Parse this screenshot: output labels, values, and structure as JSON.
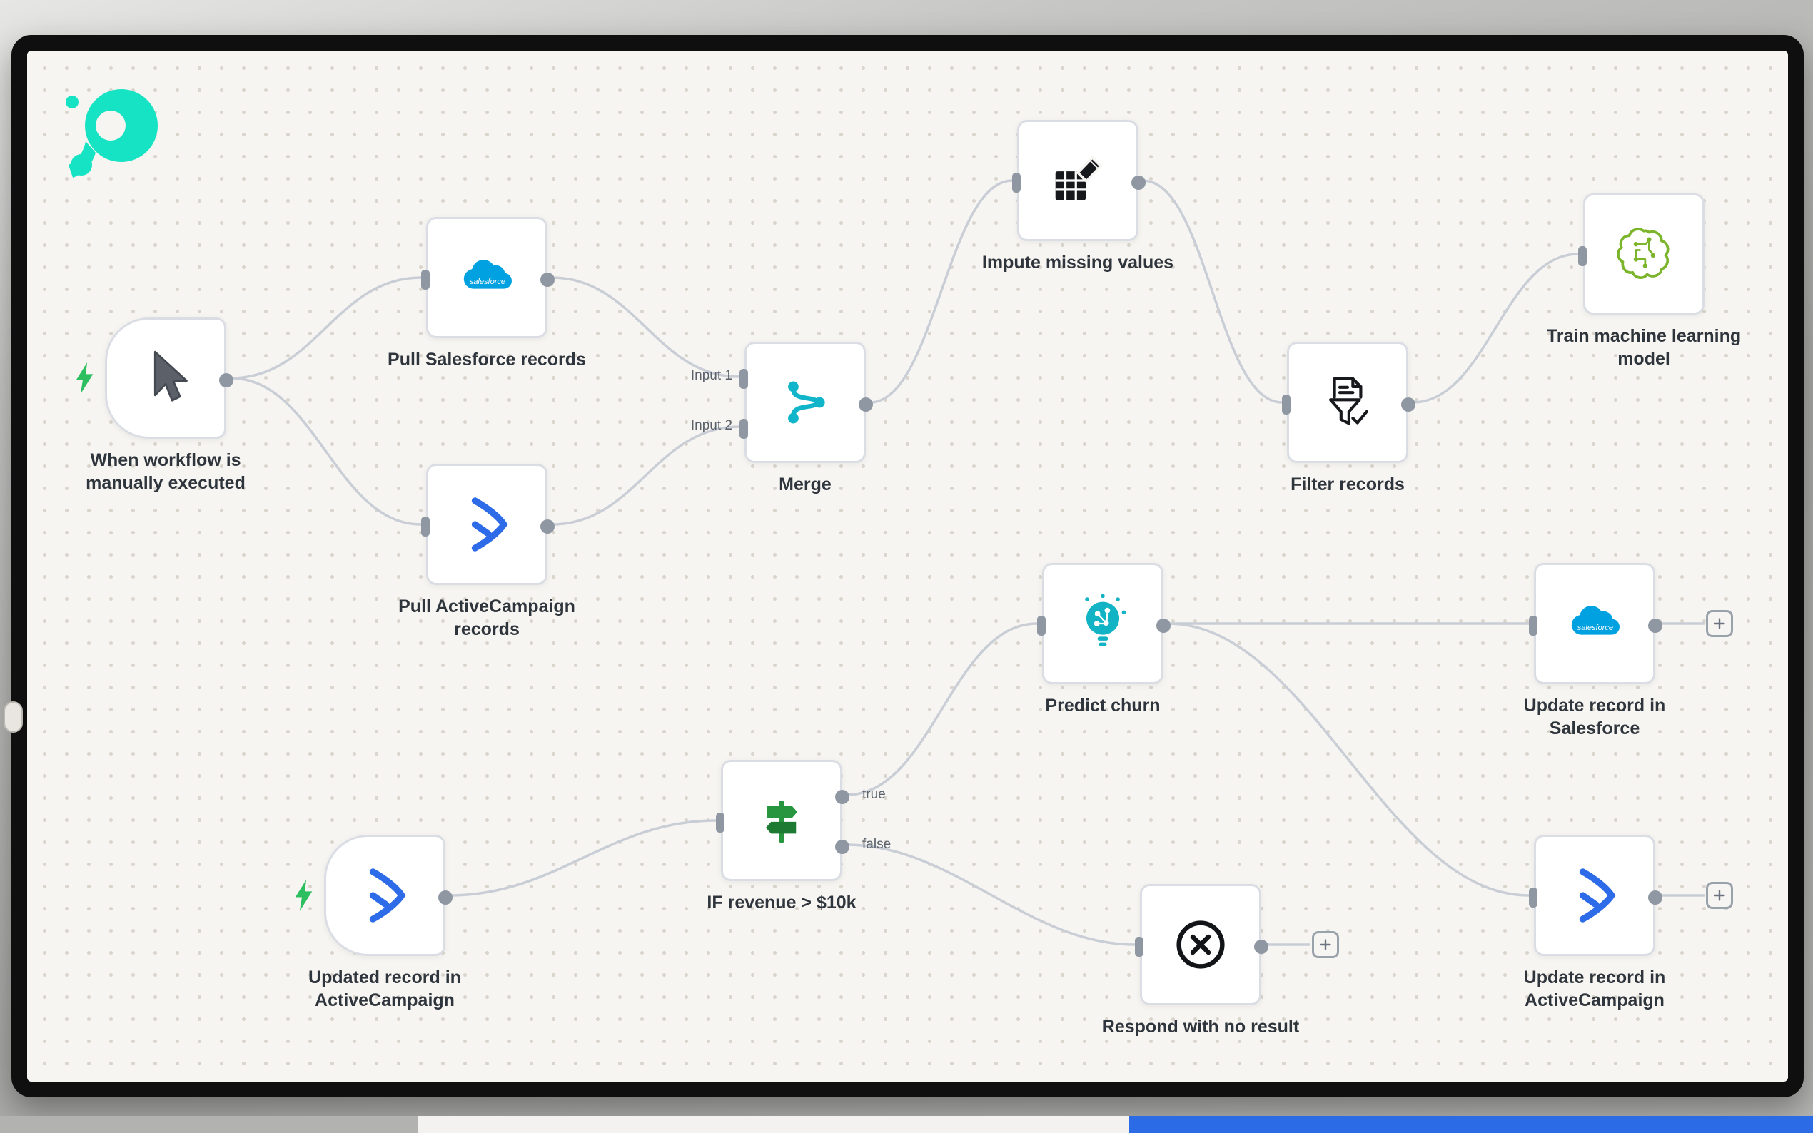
{
  "brand": {
    "salesforce_text": "salesforce"
  },
  "colors": {
    "logo_teal": "#16E3C3",
    "salesforce_blue": "#00A1E0",
    "activecampaign_blue": "#2E6BE8",
    "merge_teal": "#10B5C9",
    "ml_green": "#7CB52B",
    "predict_teal": "#11B3C4",
    "if_green": "#1D8A3C",
    "trigger_bolt_green": "#2DBE60",
    "connector_gray": "#8E97A2",
    "wire_gray": "#C9CED6",
    "canvas_bg": "#F7F5F1",
    "frame_black": "#0F0F10",
    "progress_blue": "#2B6BE6"
  },
  "nodes": [
    {
      "label": "When workflow is manually executed",
      "icon": "cursor-icon",
      "type": "trigger"
    },
    {
      "label": "Pull Salesforce records",
      "icon": "salesforce-icon",
      "type": "action"
    },
    {
      "label": "Pull ActiveCampaign records",
      "icon": "activecampaign-icon",
      "type": "action"
    },
    {
      "label": "Merge",
      "icon": "merge-icon",
      "type": "action",
      "ports": [
        "Input 1",
        "Input 2"
      ]
    },
    {
      "label": "Impute missing values",
      "icon": "table-edit-icon",
      "type": "action"
    },
    {
      "label": "Filter records",
      "icon": "filter-icon",
      "type": "action"
    },
    {
      "label": "Train machine learning model",
      "icon": "brain-icon",
      "type": "action"
    },
    {
      "label": "Predict churn",
      "icon": "lightbulb-circuit-icon",
      "type": "action"
    },
    {
      "label": "Update record in Salesforce",
      "icon": "salesforce-icon",
      "type": "action",
      "has_add_button": true
    },
    {
      "label": "IF revenue > $10k",
      "icon": "signpost-icon",
      "type": "action",
      "ports": [
        "true",
        "false"
      ]
    },
    {
      "label": "Updated record in ActiveCampaign",
      "icon": "activecampaign-icon",
      "type": "trigger"
    },
    {
      "label": "Respond with no result",
      "icon": "x-circle-icon",
      "type": "action",
      "has_add_button": true
    },
    {
      "label": "Update record in ActiveCampaign",
      "icon": "activecampaign-icon",
      "type": "action",
      "has_add_button": true
    }
  ],
  "connections": [
    {
      "from": "When workflow is manually executed",
      "to": "Pull Salesforce records"
    },
    {
      "from": "When workflow is manually executed",
      "to": "Pull ActiveCampaign records"
    },
    {
      "from": "Pull Salesforce records",
      "to": "Merge",
      "to_port": "Input 1"
    },
    {
      "from": "Pull ActiveCampaign records",
      "to": "Merge",
      "to_port": "Input 2"
    },
    {
      "from": "Merge",
      "to": "Impute missing values"
    },
    {
      "from": "Impute missing values",
      "to": "Filter records"
    },
    {
      "from": "Filter records",
      "to": "Train machine learning model"
    },
    {
      "from": "Updated record in ActiveCampaign",
      "to": "IF revenue > $10k"
    },
    {
      "from": "IF revenue > $10k",
      "from_port": "true",
      "to": "Predict churn"
    },
    {
      "from": "IF revenue > $10k",
      "from_port": "false",
      "to": "Respond with no result"
    },
    {
      "from": "Predict churn",
      "to": "Update record in Salesforce"
    },
    {
      "from": "Predict churn",
      "to": "Update record in ActiveCampaign"
    }
  ]
}
